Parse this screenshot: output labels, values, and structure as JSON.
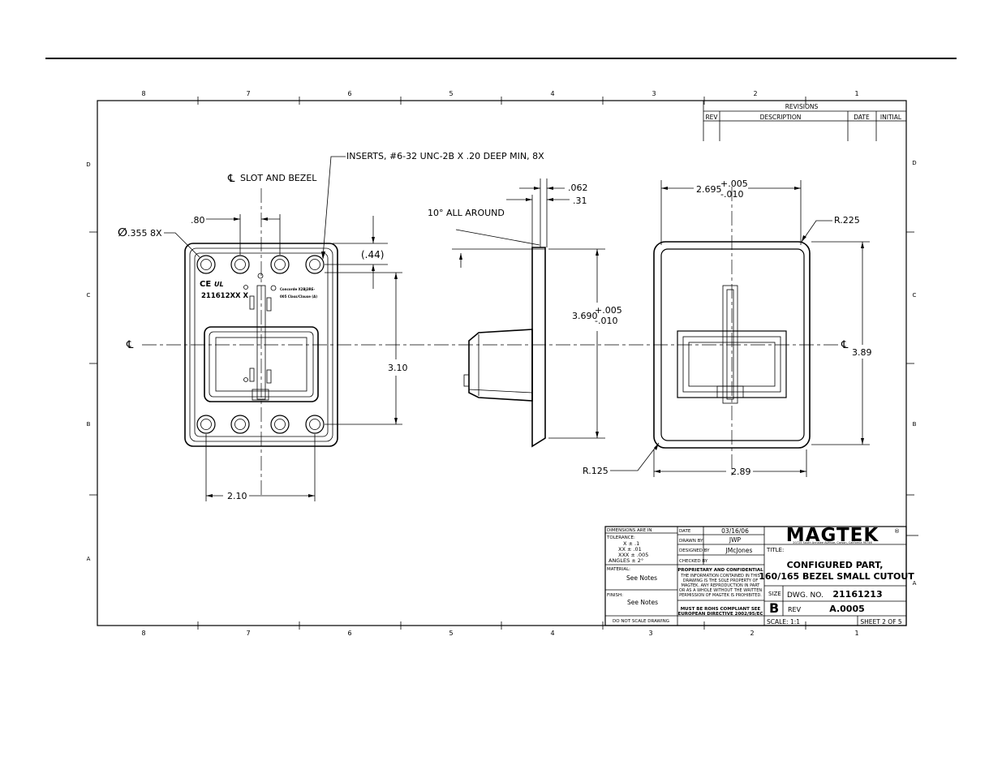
{
  "zones": {
    "columns": [
      "8",
      "7",
      "6",
      "5",
      "4",
      "3",
      "2",
      "1"
    ],
    "rows_left": [
      "D",
      "C",
      "B",
      "A"
    ],
    "rows_right": [
      "D",
      "C",
      "B",
      "A"
    ]
  },
  "revisions": {
    "title": "REVISIONS",
    "col_rev": "REV",
    "col_description": "DESCRIPTION",
    "col_date": "DATE",
    "col_initial": "INITIAL"
  },
  "callouts": {
    "inserts": "INSERTS, #6-32 UNC-2B X .20 DEEP MIN, 8X",
    "slot_bezel": "SLOT AND BEZEL",
    "dia_holes": ".355 8X",
    "dim_80": ".80",
    "dim_44": "(.44)",
    "dim_310": "3.10",
    "dim_210": "2.10",
    "marking_part": "211612XX X",
    "marking_ce": "CE",
    "marking_ul": "UL",
    "marking_clause_1": "Concorde X2Bj3RE-",
    "marking_clause_2": "005 Class/Clause (A)",
    "dim_062": ".062",
    "dim_31": ".31",
    "draft_note": "10° ALL AROUND",
    "dim_3690": "3.690",
    "tol_3690_plus": "+.005",
    "tol_3690_minus": "-.010",
    "dim_2695": "2.695",
    "tol_2695_plus": "+.005",
    "tol_2695_minus": "-.010",
    "radius_225": "R.225",
    "radius_125": "R.125",
    "dim_389": "3.89",
    "dim_289": "2.89",
    "centerline_symbol": "℄"
  },
  "title_block": {
    "dimensions_note": "DIMENSIONS ARE IN",
    "tolerance_label": "TOLERANCE:",
    "tol_x": "X    ± .1",
    "tol_xx": "XX   ± .01",
    "tol_xxx": "XXX  ± .005",
    "tol_angles": "ANGLES  ± 2°",
    "material_label": "MATERIAL:",
    "material_value": "See Notes",
    "finish_label": "FINISH:",
    "finish_value": "See Notes",
    "do_not_scale": "DO NOT SCALE DRAWING",
    "date_label": "DATE",
    "date_value": "03/16/06",
    "drawn_by_label": "DRAWN BY",
    "drawn_by_value": "JWP",
    "designed_by_label": "DESIGNED BY",
    "designed_by_value": "JMcJones",
    "checked_by_label": "CHECKED BY",
    "checked_by_value": "",
    "proprietary_title": "PROPRIETARY AND CONFIDENTIAL",
    "proprietary_lines": [
      "THE INFORMATION CONTAINED IN THIS",
      "DRAWING IS THE SOLE PROPERTY OF",
      "MAGTEK. ANY REPRODUCTION IN PART",
      "OR AS A WHOLE WITHOUT THE WRITTEN",
      "PERMISSION OF MAGTEK IS PROHIBITED."
    ],
    "rohs_line_1": "MUST BE ROHS COMPLIANT SEE",
    "rohs_line_2": "EUROPEAN DIRECTIVE 2002/95/EC",
    "company": "MAGTEK",
    "company_mark": "®",
    "company_address": "20725 South Annalee Avenue, Carson, California 90746",
    "title_label": "TITLE:",
    "title_line_1": "CONFIGURED PART,",
    "title_line_2": "160/165 BEZEL SMALL CUTOUT",
    "size_label": "SIZE",
    "size_value": "B",
    "dwg_no_label": "DWG.  NO.",
    "dwg_no_value": "21161213",
    "rev_label": "REV",
    "rev_value": "A.0005",
    "scale_label": "SCALE: 1:1",
    "sheet_label": "SHEET 2 OF 5"
  }
}
